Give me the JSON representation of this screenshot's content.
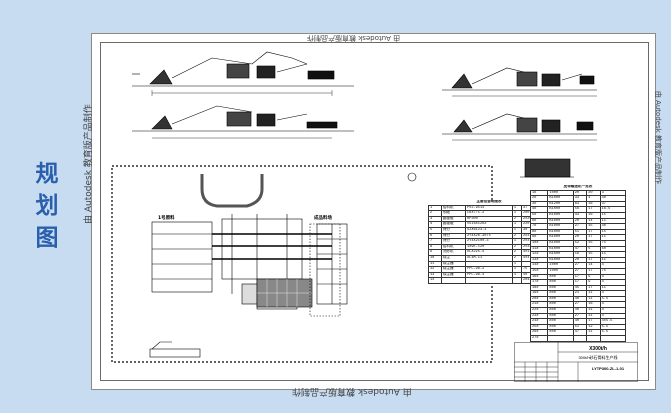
{
  "side_title": [
    "规",
    "划",
    "图"
  ],
  "watermark": "由 Autodesk 教育版产品制作",
  "plan_labels": {
    "left_block": "1号原料",
    "right_block": "成品料场"
  },
  "equipment_table": {
    "title": "主要设备明细表",
    "rows": [
      [
        "1",
        "给料机",
        "PV2-9514",
        "1",
        "37"
      ],
      [
        "2",
        "颚破",
        "C6X7/1.2",
        "1",
        "200"
      ],
      [
        "3",
        "圆锥破",
        "HP300",
        "2",
        "2x200"
      ],
      [
        "4",
        "圆锥破",
        "VSI6X1263",
        "1",
        "220"
      ],
      [
        "5",
        "筛分",
        "S2X6123-3",
        "1",
        "30"
      ],
      [
        "6",
        "筛分",
        "2Y4X20-3075",
        "2",
        "2x37"
      ],
      [
        "7",
        "筛分",
        "2Y4X2100-3",
        "1",
        "2x37"
      ],
      [
        "8",
        "给料机",
        "1X9E-120",
        "2",
        "2x33"
      ],
      [
        "9",
        "洗砂机",
        "XLX225-S",
        "2",
        "4x11.0"
      ],
      [
        "10",
        "除尘",
        "XL4M-11",
        "2",
        "4x4"
      ],
      [
        "11",
        "除尘器",
        "",
        "1",
        ""
      ],
      [
        "12",
        "除尘器",
        "PPC-96-2",
        "1",
        "75"
      ],
      [
        "13",
        "除尘器",
        "PPC-96-4",
        "1",
        "40"
      ],
      [
        "14",
        "",
        "",
        "",
        "2044.0"
      ]
    ]
  },
  "conveyor_table": {
    "title": "皮带输送机一览表",
    "rows": [
      [
        "1#",
        "1000",
        "20",
        "20",
        "3"
      ],
      [
        "2#",
        "B1000",
        "33",
        "4",
        "30"
      ],
      [
        "3#",
        "B1200",
        "83",
        "16",
        "37"
      ],
      [
        "4#",
        "B1000",
        "56",
        "17",
        "16.5"
      ],
      [
        "5#",
        "B1000",
        "43",
        "16",
        "15"
      ],
      [
        "6#",
        "B1000",
        "20",
        "14",
        "11"
      ],
      [
        "7#",
        "B1000",
        "27",
        "15",
        "30"
      ],
      [
        "8#",
        "B1000",
        "51",
        "17",
        "15"
      ],
      [
        "9#",
        "B1000",
        "20",
        "17",
        "11"
      ],
      [
        "10#",
        "B1000",
        "52",
        "15",
        "75"
      ],
      [
        "11#",
        "B1000",
        "47",
        "5",
        "50"
      ],
      [
        "12#",
        "B1000",
        "19",
        "15",
        "11"
      ],
      [
        "13#",
        "B1000",
        "20",
        "17",
        "11"
      ],
      [
        "14#",
        "1000",
        "27",
        "14",
        "4"
      ],
      [
        "15#",
        "1000",
        "27",
        "17",
        "75"
      ],
      [
        "16#",
        "800",
        "17",
        "9",
        "4"
      ],
      [
        "17#",
        "800",
        "17",
        "9",
        "4"
      ],
      [
        "18#",
        "800",
        "45",
        "17",
        "11"
      ],
      [
        "19#",
        "800",
        "21",
        "11",
        "4"
      ],
      [
        "20#",
        "800",
        "40",
        "11",
        "5.5"
      ],
      [
        "21#",
        "800",
        "27",
        "16",
        "4"
      ],
      [
        "22#",
        "800",
        "40",
        "11",
        "4"
      ],
      [
        "23#",
        "800",
        "27",
        "11",
        "4"
      ],
      [
        "24#",
        "800",
        "40",
        "17",
        "4x5.5"
      ],
      [
        "25#",
        "800",
        "51",
        "12",
        "5.5"
      ],
      [
        "26#",
        "800",
        "47",
        "11",
        "5.5"
      ],
      [
        "27#",
        "",
        "",
        "",
        ""
      ]
    ]
  },
  "title_block": {
    "project": "X300t/h",
    "subtitle": "300t/h砂石骨料生产线",
    "drawing_no": "LYTP300-ZL-1-01"
  }
}
